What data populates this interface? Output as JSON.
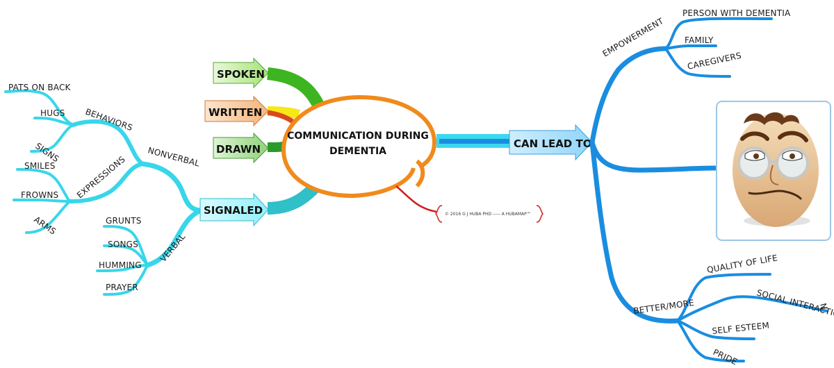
{
  "center": {
    "line1": "COMMUNICATION DURING",
    "line2": "DEMENTIA"
  },
  "inputs": [
    {
      "label": "SPOKEN",
      "color": "#7fd64a"
    },
    {
      "label": "WRITTEN",
      "color": "#f4a460"
    },
    {
      "label": "DRAWN",
      "color": "#6abf4b"
    },
    {
      "label": "SIGNALED",
      "color": "#4fe0f0"
    }
  ],
  "signaled": {
    "nonverbal": {
      "label": "NONVERBAL",
      "behaviors": {
        "label": "BEHAVIORS",
        "items": [
          "PATS ON BACK",
          "HUGS",
          "SIGNS"
        ]
      },
      "expressions": {
        "label": "EXPRESSIONS",
        "items": [
          "SMILES",
          "FROWNS",
          "ARMS"
        ]
      }
    },
    "verbal": {
      "label": "VERBAL",
      "items": [
        "GRUNTS",
        "SONGS",
        "HUMMING",
        "PRAYER"
      ]
    }
  },
  "outcome": {
    "label": "CAN LEAD TO",
    "empowerment": {
      "label": "EMPOWERMENT",
      "items": [
        "PERSON WITH DEMENTIA",
        "FAMILY",
        "CAREGIVERS"
      ]
    },
    "better": {
      "label": "BETTER/MORE",
      "items": [
        "QUALITY OF LIFE",
        "SOCIAL INTERACTIO",
        "N",
        "SELF ESTEEM",
        "PRIDE"
      ]
    }
  },
  "copyright": "© 2016 G J HUBA PHD ----- A HUBAMAP™",
  "colors": {
    "cyan": "#38d6ea",
    "blue": "#1a8de0",
    "orange": "#f08a1c",
    "red": "#d01c1c"
  },
  "image": {
    "icon": "egg-face-icon"
  }
}
